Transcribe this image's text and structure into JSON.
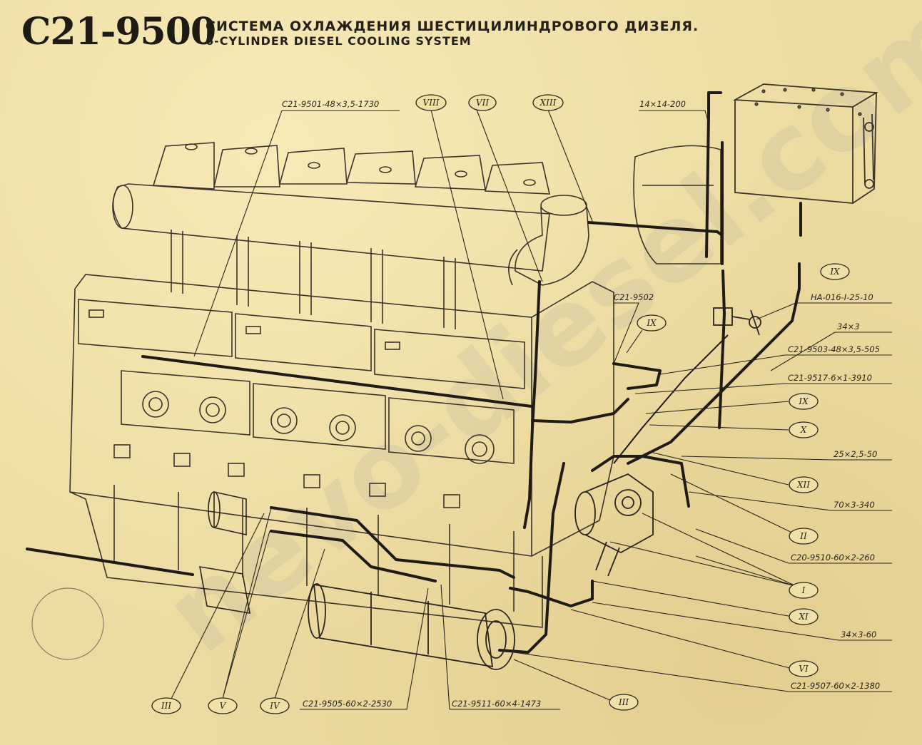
{
  "title": {
    "code": "C21-9500",
    "ru": "СИСТЕМА ОХЛАЖДЕНИЯ ШЕСТИЦИЛИНДРОВОГО ДИЗЕЛЯ.",
    "en": "6-CYLINDER DIESEL COOLING SYSTEM"
  },
  "watermark": "nevo-diesel.com",
  "labels": {
    "top_pipe": "C21-9501-48×3,5-1730",
    "tank_tube": "14×14-200",
    "c21_9502": "C21-9502",
    "valve": "НА-016-I-25-10",
    "pipe_34x3": "34×3",
    "c21_9503": "C21-9503-48×3,5-505",
    "c21_9517": "C21-9517-6×1-3910",
    "pipe_25": "25×2,5-50",
    "pipe_70": "70×3-340",
    "c20_9510": "C20-9510-60×2-260",
    "pipe_34_60": "34×3-60",
    "c21_9507": "C21-9507-60×2-1380",
    "c21_9505": "C21-9505-60×2-2530",
    "c21_9511": "C21-9511-60×4-1473"
  },
  "markers": {
    "viii": "VIII",
    "vii": "VII",
    "xiii": "XIII",
    "ix_top": "IX",
    "ix_mid": "IX",
    "ix_right": "IX",
    "x": "X",
    "xii": "XII",
    "ii": "II",
    "i": "I",
    "xi": "XI",
    "vi": "VI",
    "iii_right": "III",
    "iii_left": "III",
    "v": "V",
    "iv": "IV"
  }
}
